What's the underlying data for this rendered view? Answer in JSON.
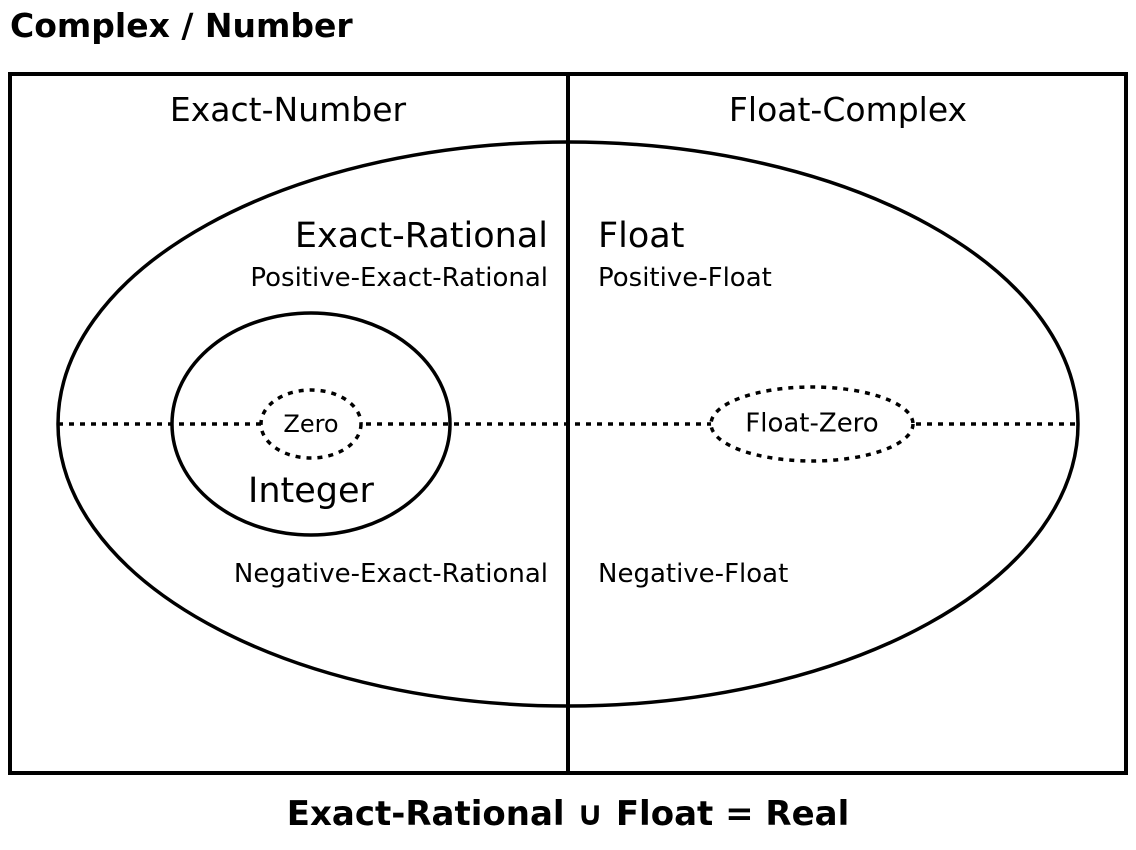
{
  "diagram": {
    "title": "Complex / Number",
    "caption": "Exact-Rational ∪ Float = Real",
    "left_half_header": "Exact-Number",
    "right_half_header": "Float-Complex",
    "labels": {
      "exact_rational": "Exact-Rational",
      "positive_exact_rational": "Positive-Exact-Rational",
      "float": "Float",
      "positive_float": "Positive-Float",
      "integer": "Integer",
      "zero": "Zero",
      "float_zero": "Float-Zero",
      "negative_exact_rational": "Negative-Exact-Rational",
      "negative_float": "Negative-Float"
    },
    "colors": {
      "stroke": "#000000",
      "background": "#ffffff"
    }
  }
}
